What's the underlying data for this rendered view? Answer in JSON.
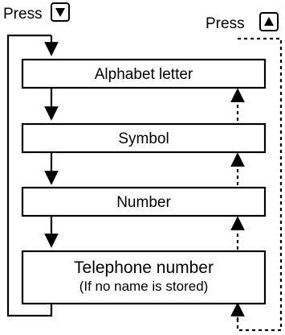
{
  "press_down": {
    "label": "Press",
    "key": "down-arrow-key"
  },
  "press_up": {
    "label": "Press",
    "key": "up-arrow-key"
  },
  "steps": [
    {
      "label": "Alphabet letter",
      "note": ""
    },
    {
      "label": "Symbol",
      "note": ""
    },
    {
      "label": "Number",
      "note": ""
    },
    {
      "label": "Telephone number",
      "note": "(If no name is stored)"
    }
  ]
}
